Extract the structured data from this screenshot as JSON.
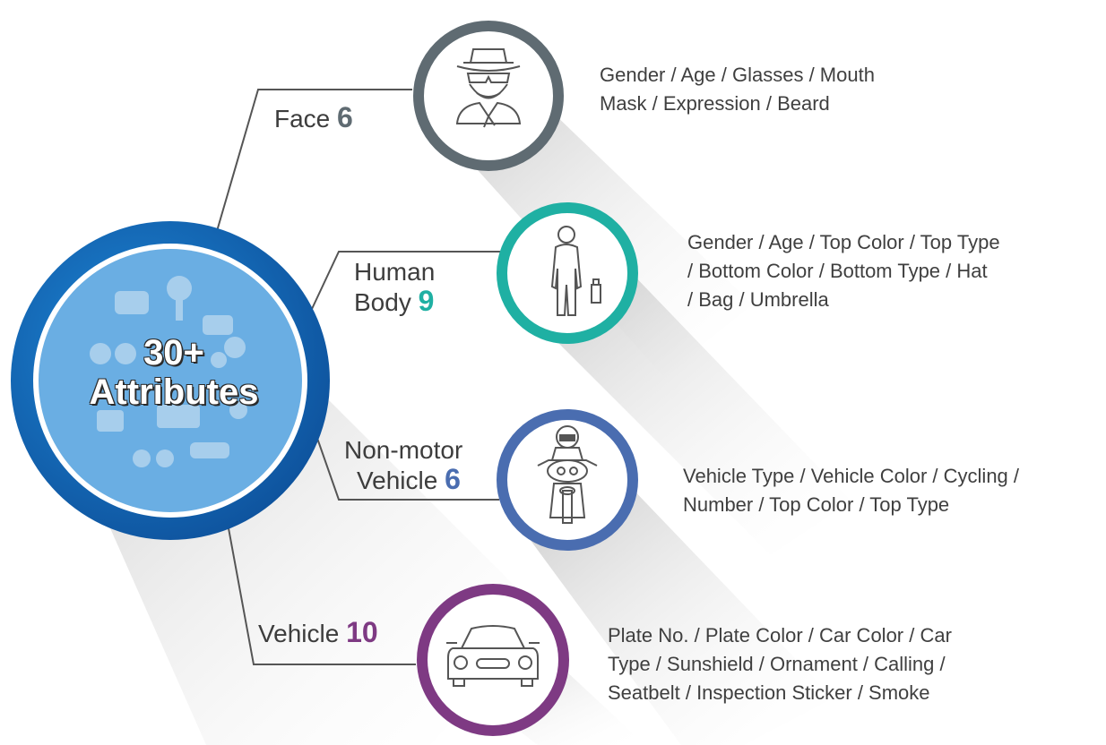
{
  "hub": {
    "line1": "30+",
    "line2": "Attributes"
  },
  "branches": [
    {
      "label": "Face",
      "count": "6",
      "color": "#5f6b72",
      "icon": "detective-face-icon",
      "desc_lines": [
        "Gender / Age / Glasses / Mouth",
        "Mask / Expression / Beard"
      ]
    },
    {
      "label_lines": [
        "Human",
        "Body"
      ],
      "count": "9",
      "color": "#1fb0a3",
      "icon": "human-body-icon",
      "desc_lines": [
        "Gender / Age / Top Color / Top Type",
        "/ Bottom Color / Bottom Type / Hat",
        "/ Bag / Umbrella"
      ]
    },
    {
      "label_lines": [
        "Non-motor",
        "Vehicle"
      ],
      "count": "6",
      "color": "#4a6db0",
      "icon": "motorcycle-rider-icon",
      "desc_lines": [
        "Vehicle Type / Vehicle Color / Cycling /",
        "Number / Top Color / Top Type"
      ]
    },
    {
      "label": "Vehicle",
      "count": "10",
      "color": "#7e3a83",
      "icon": "car-front-icon",
      "desc_lines": [
        "Plate No. / Plate Color / Car Color / Car",
        "Type / Sunshield / Ornament / Calling /",
        "Seatbelt / Inspection Sticker / Smoke"
      ]
    }
  ]
}
